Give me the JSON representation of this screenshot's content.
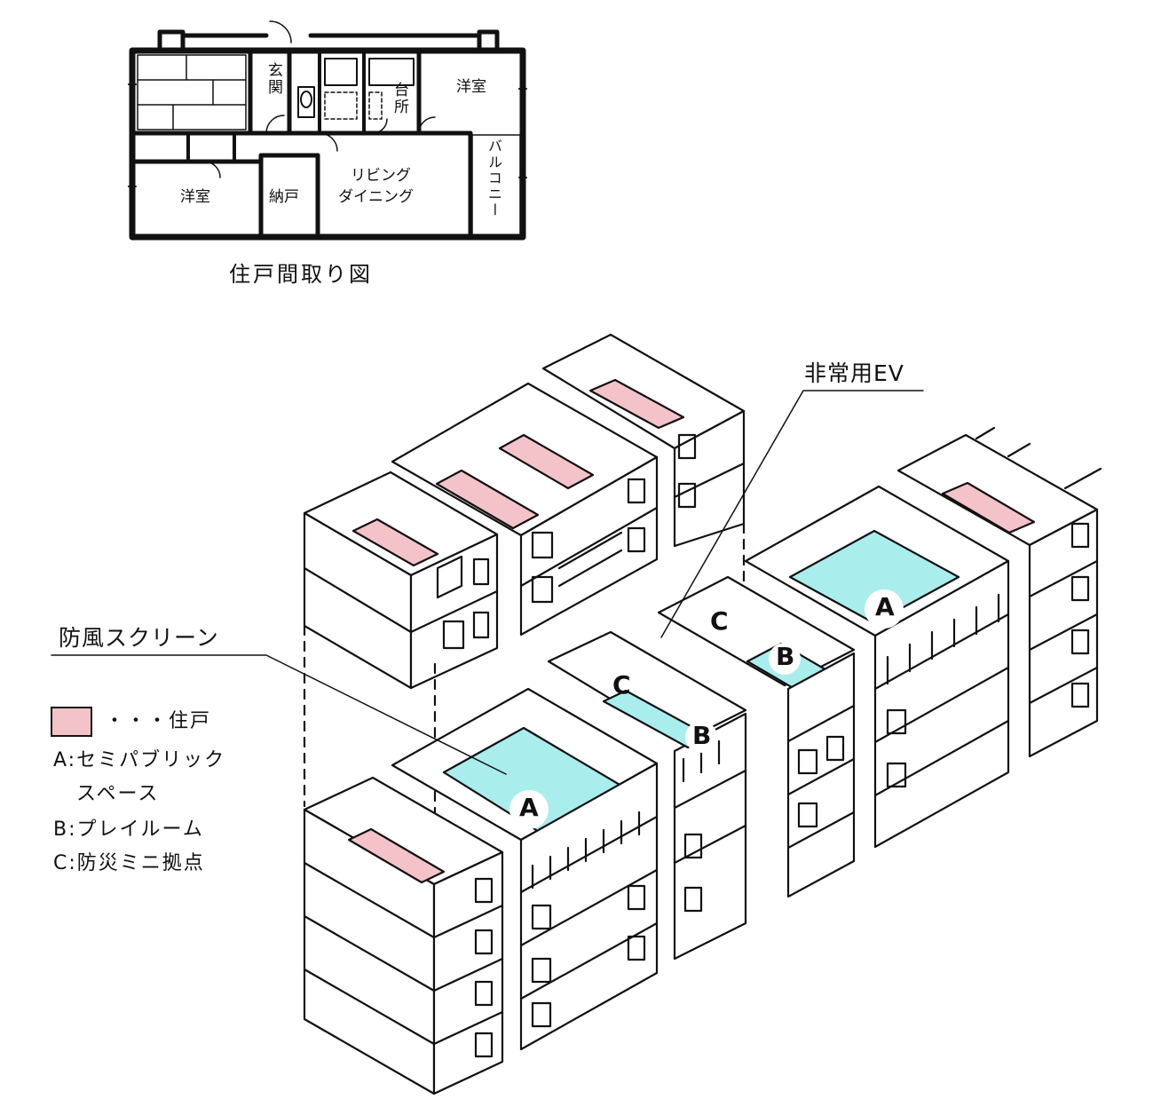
{
  "colors": {
    "line": "#111111",
    "dwelling_fill": "#f4c2c9",
    "semi_public_fill": "#a9eded",
    "background": "#ffffff"
  },
  "floor_plan": {
    "caption": "住戸間取り図",
    "rooms": {
      "tatami": "",
      "genkan": "玄関",
      "daidokoro": "台所",
      "youshitsu_top": "洋室",
      "youshitsu_bottom": "洋室",
      "nando": "納戸",
      "living_line1": "リビング",
      "living_line2": "ダイニング",
      "balcony": "バルコニー"
    }
  },
  "callouts": {
    "emergency_ev": "非常用EV",
    "wind_screen": "防風スクリーン"
  },
  "zones": {
    "a_front": "A",
    "a_back": "A",
    "b_front": "B",
    "b_back": "B",
    "c_front": "C",
    "c_back": "C"
  },
  "legend": {
    "dwelling": "・・・住戸",
    "a_line1": "A:セミパブリック",
    "a_line2": "スペース",
    "b": "B:プレイルーム",
    "c": "C:防災ミニ拠点"
  }
}
